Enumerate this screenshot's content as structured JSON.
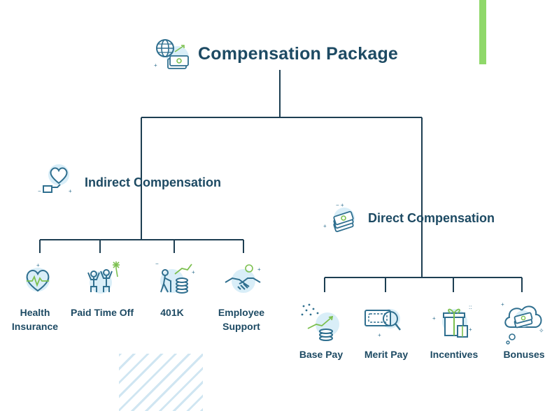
{
  "title": "Compensation Package",
  "branches": {
    "indirect": {
      "heading": "Indirect Compensation",
      "items": [
        {
          "label": "Health\nInsurance",
          "icon": "heart-pulse-icon"
        },
        {
          "label": "Paid Time Off",
          "icon": "celebration-icon"
        },
        {
          "label": "401K",
          "icon": "retirement-coins-icon"
        },
        {
          "label": "Employee\nSupport",
          "icon": "handshake-icon"
        }
      ]
    },
    "direct": {
      "heading": "Direct Compensation",
      "items": [
        {
          "label": "Base Pay",
          "icon": "coin-growth-icon"
        },
        {
          "label": "Merit Pay",
          "icon": "money-magnifier-icon"
        },
        {
          "label": "Incentives",
          "icon": "gift-icon"
        },
        {
          "label": "Bonuses",
          "icon": "money-cloud-icon"
        }
      ]
    }
  },
  "colors": {
    "text": "#1d4a63",
    "line": "#1d3e52",
    "icon_bg": "#d9eef8",
    "icon_stroke": "#2f6f8f",
    "accent_green": "#7cc04f",
    "corner_bar": "#8fd86a"
  }
}
